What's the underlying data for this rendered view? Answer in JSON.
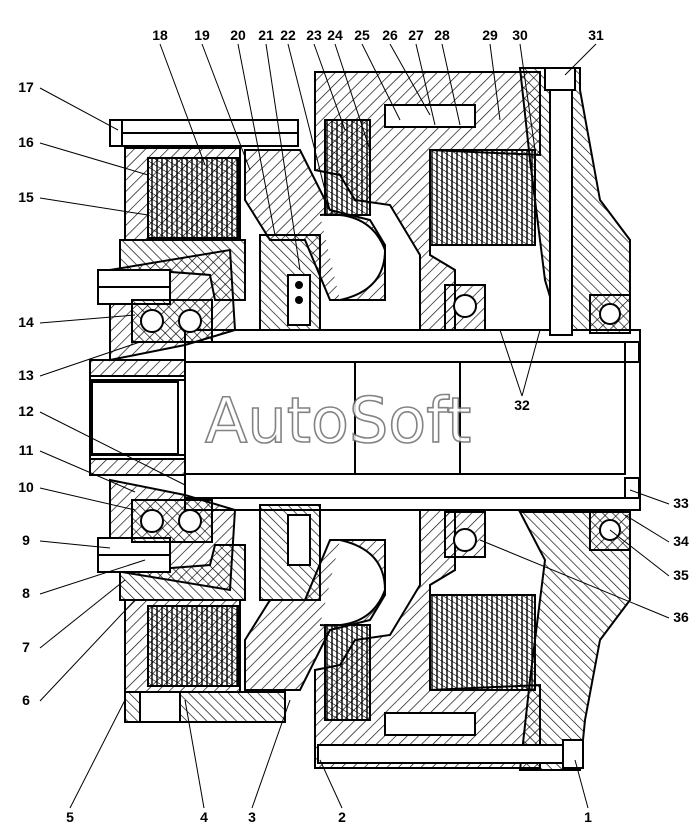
{
  "watermark": "AutoSoft",
  "callouts": {
    "top": [
      "18",
      "19",
      "20",
      "21",
      "22",
      "23",
      "24",
      "25",
      "26",
      "27",
      "28",
      "29",
      "30",
      "31"
    ],
    "left": [
      "17",
      "16",
      "15",
      "14",
      "13",
      "12",
      "11",
      "10",
      "9",
      "8",
      "7",
      "6"
    ],
    "bottom": [
      "5",
      "4",
      "3",
      "2",
      "1"
    ],
    "right": [
      "32",
      "33",
      "34",
      "35",
      "36"
    ]
  },
  "colors": {
    "line": "#000000",
    "hatch": "#000000",
    "background": "#ffffff"
  }
}
